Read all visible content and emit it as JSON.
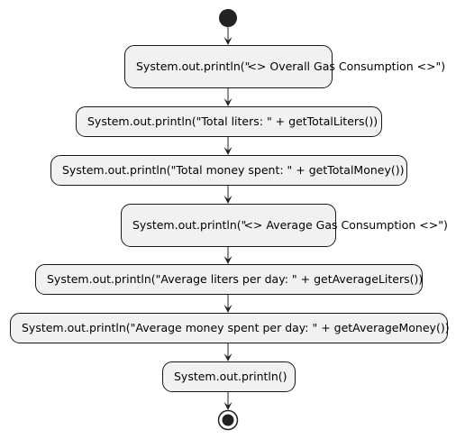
{
  "colors": {
    "fill": "#f1f1f1",
    "stroke": "#181818",
    "marker": "#222222"
  },
  "steps": [
    {
      "lines": [
        "System.out.println(\"",
        "<> Overall Gas Consumption <>\")"
      ]
    },
    {
      "lines": [
        "System.out.println(\"Total liters: \" + getTotalLiters())"
      ]
    },
    {
      "lines": [
        "System.out.println(\"Total money spent: \" + getTotalMoney())"
      ]
    },
    {
      "lines": [
        "System.out.println(\"",
        "<> Average Gas Consumption <>\")"
      ]
    },
    {
      "lines": [
        "System.out.println(\"Average liters per day: \" + getAverageLiters())"
      ]
    },
    {
      "lines": [
        "System.out.println(\"Average money spent per day: \" + getAverageMoney())"
      ]
    },
    {
      "lines": [
        "System.out.println()"
      ]
    }
  ]
}
